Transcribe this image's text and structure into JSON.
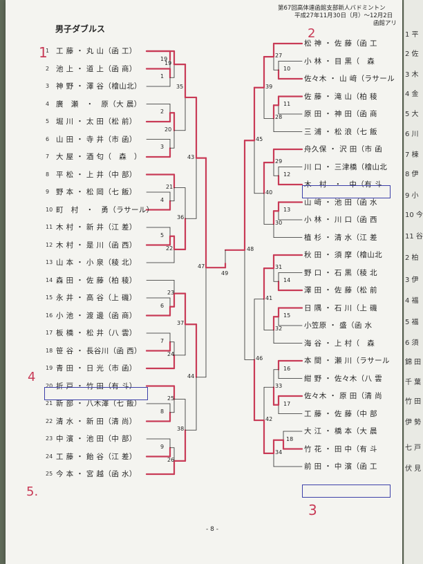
{
  "header": {
    "line1": "第67回高体連函館支部新人バドミントン",
    "line2": "平成27年11月30日（月）～12月2日",
    "line3": "函館アリ"
  },
  "title": "男子ダブルス",
  "page_number": "- 8 -",
  "left_entries": [
    {
      "num": "1",
      "name": "工 藤 ・ 丸 山（函 工）"
    },
    {
      "num": "2",
      "name": "池 上 ・ 道 上（函 商）"
    },
    {
      "num": "3",
      "name": "神 野 ・ 澤 谷（檜山北）"
    },
    {
      "num": "4",
      "name": "廣　瀬　・　原（大 晨）"
    },
    {
      "num": "5",
      "name": "堀 川 ・ 太 田（松 前）"
    },
    {
      "num": "6",
      "name": "山 田 ・ 寺 井（市 函）"
    },
    {
      "num": "7",
      "name": "大 屋 ・ 酒 匂（　森　）"
    },
    {
      "num": "8",
      "name": "平 松 ・ 上 井（中 部）"
    },
    {
      "num": "9",
      "name": "野 本 ・ 松 岡（七 飯）"
    },
    {
      "num": "10",
      "name": "町　村　・　勇（ラサール）"
    },
    {
      "num": "11",
      "name": "木 村 ・ 新 井（江 差）"
    },
    {
      "num": "12",
      "name": "木 村 ・ 是 川（函 西）"
    },
    {
      "num": "13",
      "name": "山 本 ・ 小 泉（稜 北）"
    },
    {
      "num": "14",
      "name": "森 田 ・ 佐 藤（柏 稜）"
    },
    {
      "num": "15",
      "name": "永 井 ・ 高 谷（上 磯）"
    },
    {
      "num": "16",
      "name": "小 池 ・ 渡 邊（函 商）"
    },
    {
      "num": "17",
      "name": "板 橋 ・ 松 井（八 雲）"
    },
    {
      "num": "18",
      "name": "笹 谷 ・ 長谷川（函 西）"
    },
    {
      "num": "19",
      "name": "青 田 ・ 日 光（市 函）"
    },
    {
      "num": "20",
      "name": "折 戸 ・ 竹 田（有 斗）"
    },
    {
      "num": "21",
      "name": "新 部 ・ 八木澤（七 飯）"
    },
    {
      "num": "22",
      "name": "清 水 ・ 新 田（清 尚）"
    },
    {
      "num": "23",
      "name": "中 濱 ・ 池 田（中 部）"
    },
    {
      "num": "24",
      "name": "工 藤 ・ 飴 谷（江 差）"
    },
    {
      "num": "25",
      "name": "今 本 ・ 宮 越（函 水）"
    }
  ],
  "right_entries": [
    "松 神 ・ 佐 藤（函 工",
    "小 林 ・ 目 黒（　森",
    "佐々木 ・ 山 﨑（ラサール",
    "佐 藤 ・ 滝 山（柏 稜",
    "原 田 ・ 神 田（函 商",
    "三 浦 ・ 松 浪（七 飯",
    "舟久保 ・ 沢 田（市 函",
    "川 口 ・ 三津橋（檜山北",
    "木　村　・　中（有 斗",
    "山 﨑 ・ 池 田（函 水",
    "小 林 ・ 川 口（函 西",
    "植 杉 ・ 清 水（江 差",
    "秋 田 ・ 須 摩（檜山北",
    "野 口 ・ 石 黒（稜 北",
    "澤 田 ・ 佐 藤（松 前",
    "日 隅 ・ 石 川（上 磯",
    "小笠原 ・ 盛（函 水",
    "海 谷 ・ 上 村（　森",
    "本 間 ・ 瀬 川（ラサール",
    "紺 野 ・ 佐々木（八 雲",
    "佐々木 ・ 原 田（清 尚",
    "工 藤 ・ 佐 藤（中 部",
    "大 江 ・ 橋 本（大 晨",
    "竹 花 ・ 田 中（有 斗",
    "前 田 ・ 中 濱（函 工"
  ],
  "match_numbers_left": [
    "19",
    "1",
    "35",
    "2",
    "20",
    "3",
    "43",
    "21",
    "4",
    "36",
    "5",
    "22",
    "47",
    "23",
    "6",
    "37",
    "7",
    "24",
    "44",
    "25",
    "8",
    "38",
    "9",
    "26"
  ],
  "match_numbers_right": [
    "27",
    "10",
    "39",
    "11",
    "28",
    "45",
    "29",
    "12",
    "40",
    "13",
    "30",
    "48",
    "31",
    "14",
    "41",
    "15",
    "32",
    "46",
    "16",
    "33",
    "17",
    "42",
    "18",
    "34"
  ],
  "final_match": "49",
  "handwritten": {
    "mark1": "1",
    "mark2": "2",
    "mark3": "3",
    "mark4": "4",
    "mark5": "5."
  },
  "side_strip": [
    "1 平",
    "2 佐",
    "3 木",
    "4 金",
    "5 大",
    "6 川",
    "7 棟",
    "8 伊",
    "9 小",
    "10 今",
    "11 谷",
    "2 柏",
    "3 伊",
    "4 福",
    "5 福",
    "6 須",
    "錦 田",
    "千 葉",
    "竹 田",
    "伊 勢",
    "七 戸",
    "伏 見"
  ],
  "colors": {
    "ink": "#262626",
    "red_pen": "#c83a56",
    "blue_pen": "#3b3fa8",
    "paper": "#f4f4f0"
  }
}
